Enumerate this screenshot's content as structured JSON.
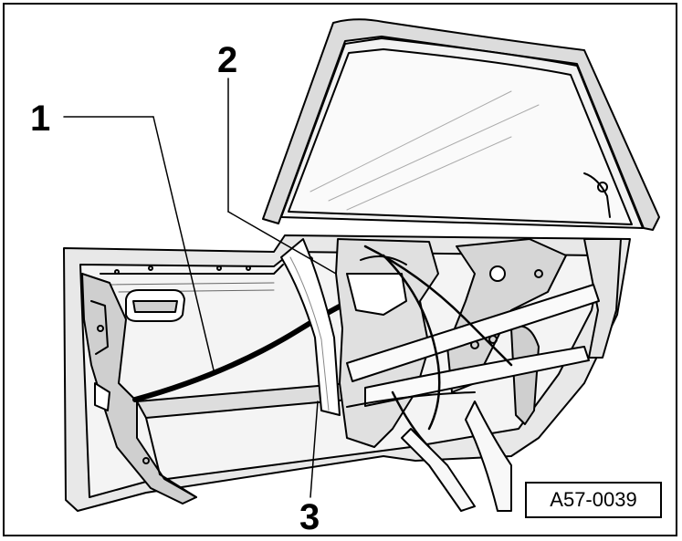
{
  "callouts": {
    "one": "1",
    "two": "2",
    "three": "3"
  },
  "reference_code": "A57-0039",
  "colors": {
    "line": "#000000",
    "panel_fill": "#e6e6e6",
    "glass_fill": "#f0f0f0",
    "background": "#ffffff"
  }
}
